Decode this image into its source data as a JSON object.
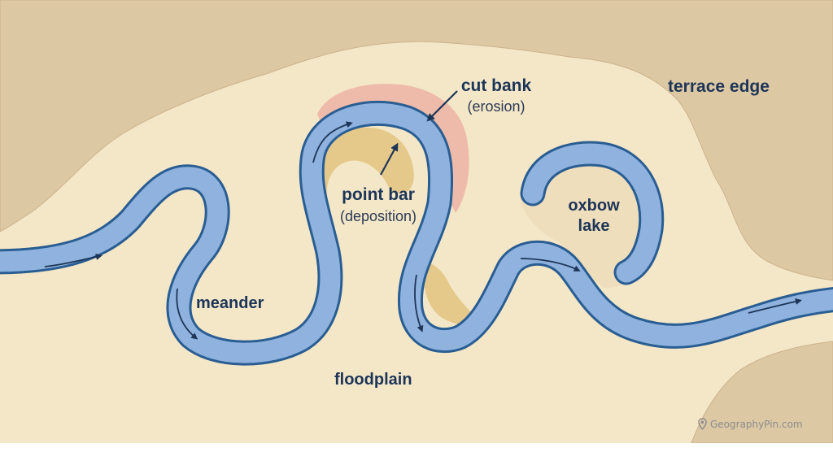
{
  "labels": {
    "cut_bank": "cut bank",
    "cut_bank_note": "(erosion)",
    "terrace_edge": "terrace edge",
    "point_bar": "point bar",
    "point_bar_note": "(deposition)",
    "oxbow_line1": "oxbow",
    "oxbow_line2": "lake",
    "meander": "meander",
    "floodplain": "floodplain"
  },
  "watermark": {
    "text": "GeographyPin.com",
    "icon": "map-pin-icon"
  },
  "colors": {
    "floodplain": "#f4e7c8",
    "terrace": "#ddc8a4",
    "river_fill": "#8fb3de",
    "river_outline": "#2a5d92",
    "cut_bank_zone": "#ecb3a4",
    "point_bar_zone": "#e5c98b",
    "label_text": "#1d3557"
  }
}
